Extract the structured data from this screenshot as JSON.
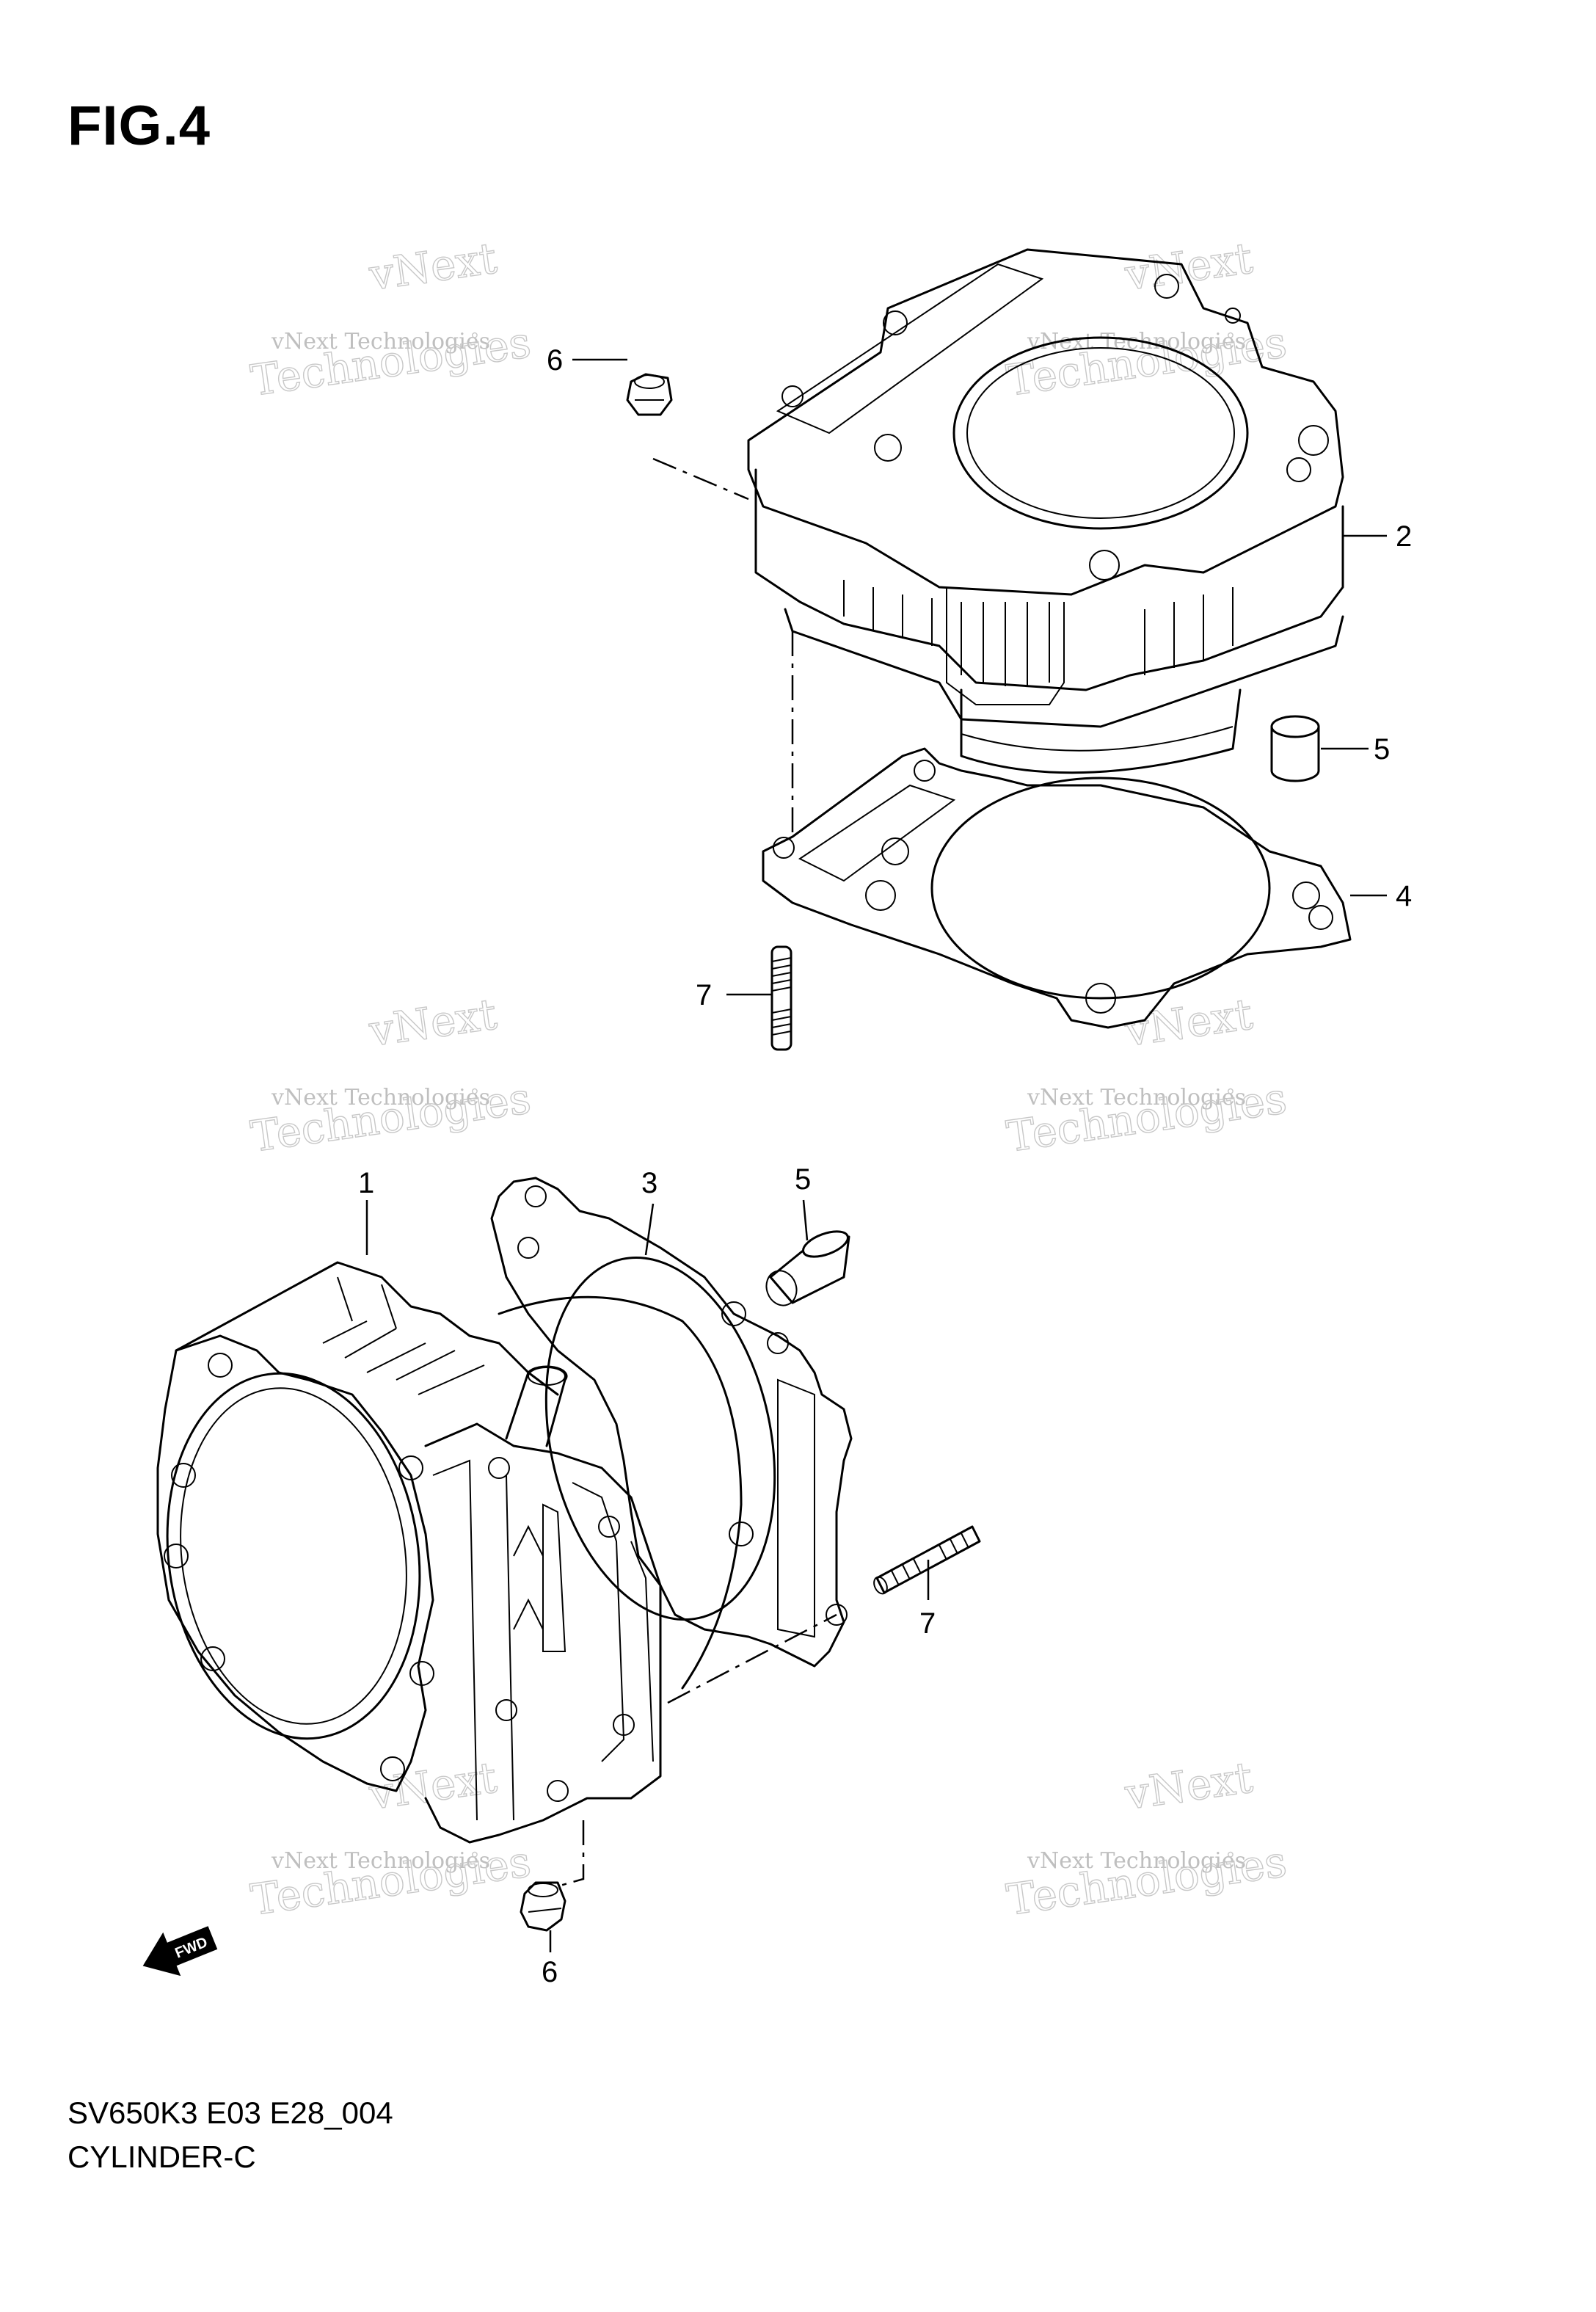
{
  "figure": {
    "title": "FIG.4",
    "drawing_code": "SV650K3 E03 E28_004",
    "drawing_name": "CYLINDER-C"
  },
  "watermark": {
    "line1": "vNext Technologies",
    "line2": "vNext",
    "line3": "Technologies"
  },
  "callouts": {
    "top_cylinder": "2",
    "top_nut": "6",
    "top_dowel": "5",
    "top_gasket": "4",
    "top_stud": "7",
    "bottom_cylinder": "1",
    "bottom_gasket": "3",
    "bottom_dowel": "5",
    "bottom_stud": "7",
    "bottom_nut": "6"
  },
  "fwd_arrow_label": "FWD",
  "colors": {
    "line": "#000000",
    "background": "#ffffff",
    "watermark": "#bfbfbf"
  }
}
